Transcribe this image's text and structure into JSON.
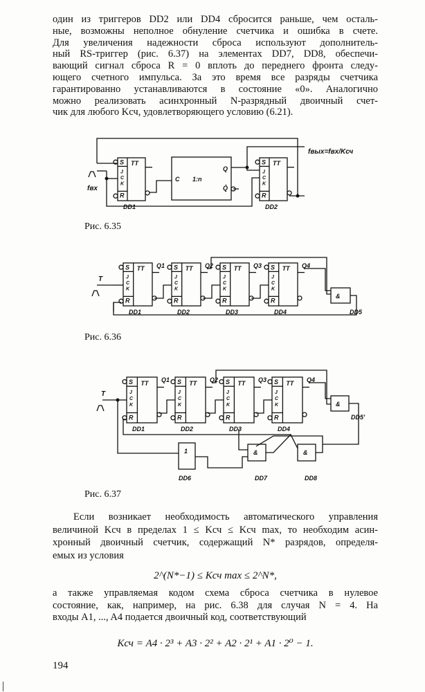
{
  "paragraph1": [
    "один из триггеров DD2 или DD4 сбросится раньше, чем осталь-",
    "ные, возможны неполное обнуление счетчика и ошибка в счете.",
    "Для увеличения надежности сброса используют дополнитель-",
    "ный RS-триггер (рис. 6.37) на элементах DD7, DD8, обеспечи-",
    "вающий сигнал сброса R = 0 вплоть до переднего фронта следу-",
    "ющего счетного импульса. За это время все разряды счетчика",
    "гарантированно устанавливаются в состояние «0». Аналогично",
    "можно реализовать асинхронный N-разрядный двоичный счет-",
    "чик для любого Kсч, удовлетворяющего условию (6.21)."
  ],
  "fig635": {
    "caption": "Рис. 6.35",
    "output_label": "fвых=fвх/Kсч",
    "input_label": "fвх",
    "counter_c": "C",
    "counter_ratio": "1:n",
    "counter_q": "Q",
    "counter_qbar": "Q̄",
    "ff_labels": [
      "DD1",
      "DD2"
    ]
  },
  "fig636": {
    "caption": "Рис. 6.36",
    "input_label": "T",
    "outputs": [
      "Q1",
      "Q2",
      "Q3",
      "Q4"
    ],
    "ff_labels": [
      "DD1",
      "DD2",
      "DD3",
      "DD4"
    ],
    "gate_symbol": "&",
    "gate_label": "DD5"
  },
  "fig637": {
    "caption": "Рис. 6.37",
    "input_label": "T",
    "outputs": [
      "Q1",
      "Q2",
      "Q3",
      "Q4"
    ],
    "ff_labels": [
      "DD1",
      "DD2",
      "DD3",
      "DD4"
    ],
    "gate_symbol": "&",
    "gate_label": "DD5'",
    "inverter_symbol": "1",
    "inverter_label": "DD6",
    "rs_labels": [
      "DD7",
      "DD8"
    ]
  },
  "ff_pins": {
    "s": "S",
    "j": "J",
    "c": "C",
    "k": "K",
    "r": "R",
    "tt": "TT"
  },
  "paragraph2": [
    "Если возникает необходимость автоматического управления",
    "величиной Kсч в пределах 1 ≤ Kсч ≤ Kсч max, то необходим асин-",
    "хронный двоичный счетчик, содержащий N* разрядов, определя-",
    "емых из условия"
  ],
  "formula1": "2^(N*−1) ≤ Kсч max ≤ 2^N*,",
  "paragraph3": [
    "а также управляемая кодом схема сброса счетчика в нулевое",
    "состояние, как, например, на рис. 6.38 для случая N = 4. На",
    "входы A1, ..., A4 подается двоичный код, соответствующий"
  ],
  "formula2": "Kсч = A4 · 2³ + A3 · 2² + A2 · 2¹ + A1 · 2⁰ − 1.",
  "page_number": "194"
}
